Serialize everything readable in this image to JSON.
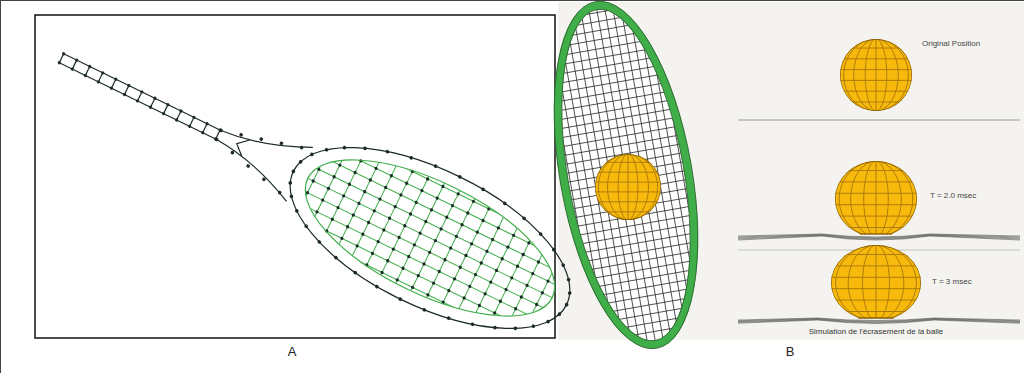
{
  "diagram": {
    "labels": [
      "A",
      "B",
      "Original Position",
      "T = 2.0 msec",
      "T = 3 msec",
      "Simulation de l'écrasement de la balle"
    ]
  }
}
